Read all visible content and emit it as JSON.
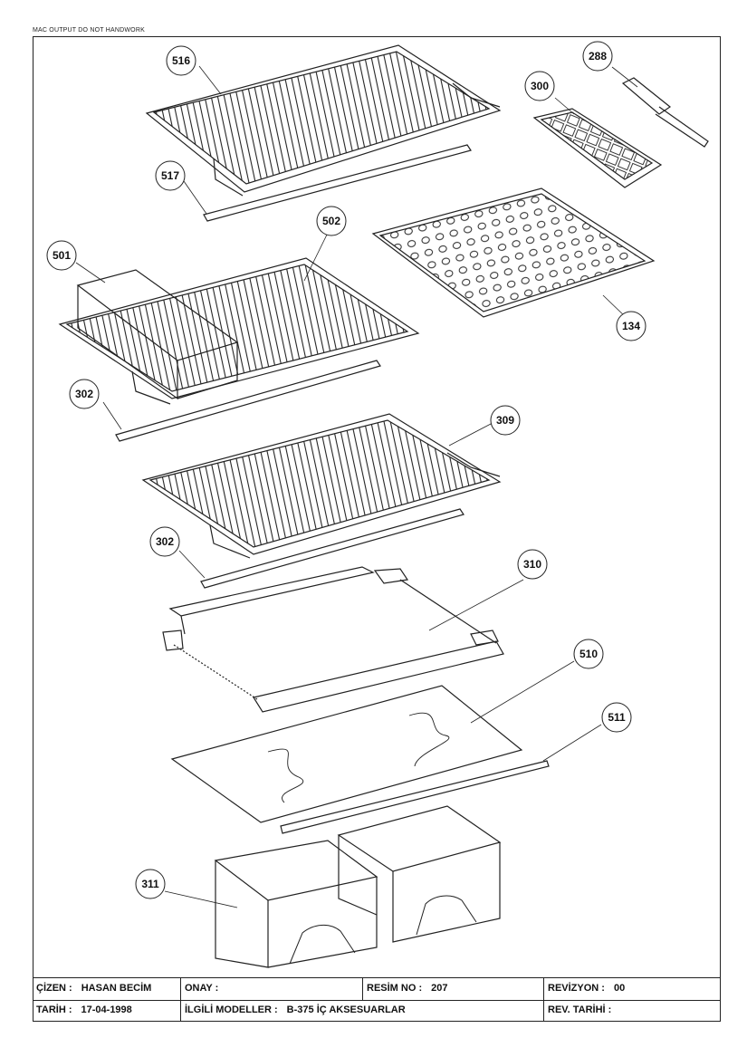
{
  "header_note": "MAC OUTPUT  DO NOT HANDWORK",
  "callouts": [
    {
      "id": "516",
      "label": "516"
    },
    {
      "id": "288",
      "label": "288"
    },
    {
      "id": "300",
      "label": "300"
    },
    {
      "id": "517",
      "label": "517"
    },
    {
      "id": "502",
      "label": "502"
    },
    {
      "id": "501",
      "label": "501"
    },
    {
      "id": "134",
      "label": "134"
    },
    {
      "id": "302a",
      "label": "302"
    },
    {
      "id": "309",
      "label": "309"
    },
    {
      "id": "302b",
      "label": "302"
    },
    {
      "id": "310",
      "label": "310"
    },
    {
      "id": "510",
      "label": "510"
    },
    {
      "id": "511",
      "label": "511"
    },
    {
      "id": "311",
      "label": "311"
    }
  ],
  "title_block": {
    "cizen_label": "ÇİZEN :",
    "cizen_value": "HASAN BECİM",
    "onay_label": "ONAY :",
    "resim_no_label": "RESİM NO :",
    "resim_no_value": "207",
    "revizyon_label": "REVİZYON :",
    "revizyon_value": "00",
    "tarih_label": "TARİH :",
    "tarih_value": "17-04-1998",
    "ilgili_label": "İLGİLİ MODELLER :",
    "ilgili_value": "B-375 İÇ AKSESUARLAR",
    "rev_tarihi_label": "REV. TARİHİ :"
  }
}
